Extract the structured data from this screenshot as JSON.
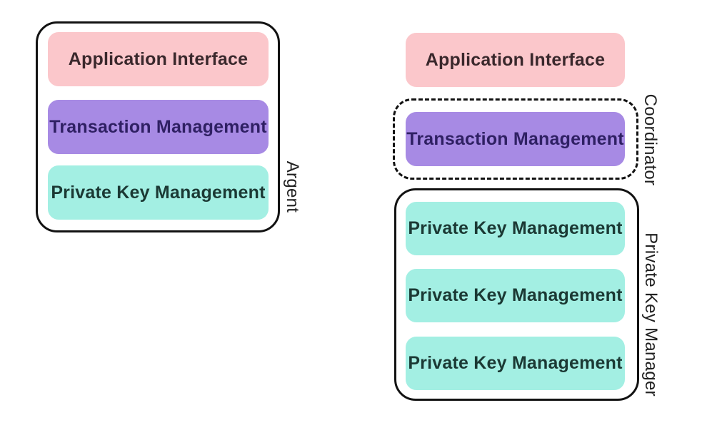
{
  "diagram": {
    "left_group": {
      "label": "Argent",
      "boxes": [
        {
          "text": "Application Interface"
        },
        {
          "text": "Transaction Management"
        },
        {
          "text": "Private Key Management"
        }
      ]
    },
    "right_group": {
      "application_box": {
        "text": "Application Interface"
      },
      "coordinator_group": {
        "label": "Coordinator",
        "boxes": [
          {
            "text": "Transaction Management"
          }
        ]
      },
      "pkm_group": {
        "label": "Private Key Manager",
        "boxes": [
          {
            "text": "Private Key Management"
          },
          {
            "text": "Private Key Management"
          },
          {
            "text": "Private Key Management"
          }
        ]
      }
    },
    "colors": {
      "application_interface_fill": "#fbc7cb",
      "transaction_management_fill": "#a78ae4",
      "private_key_management_fill": "#a3efe3",
      "container_border": "#121212",
      "background": "#ffffff"
    }
  }
}
